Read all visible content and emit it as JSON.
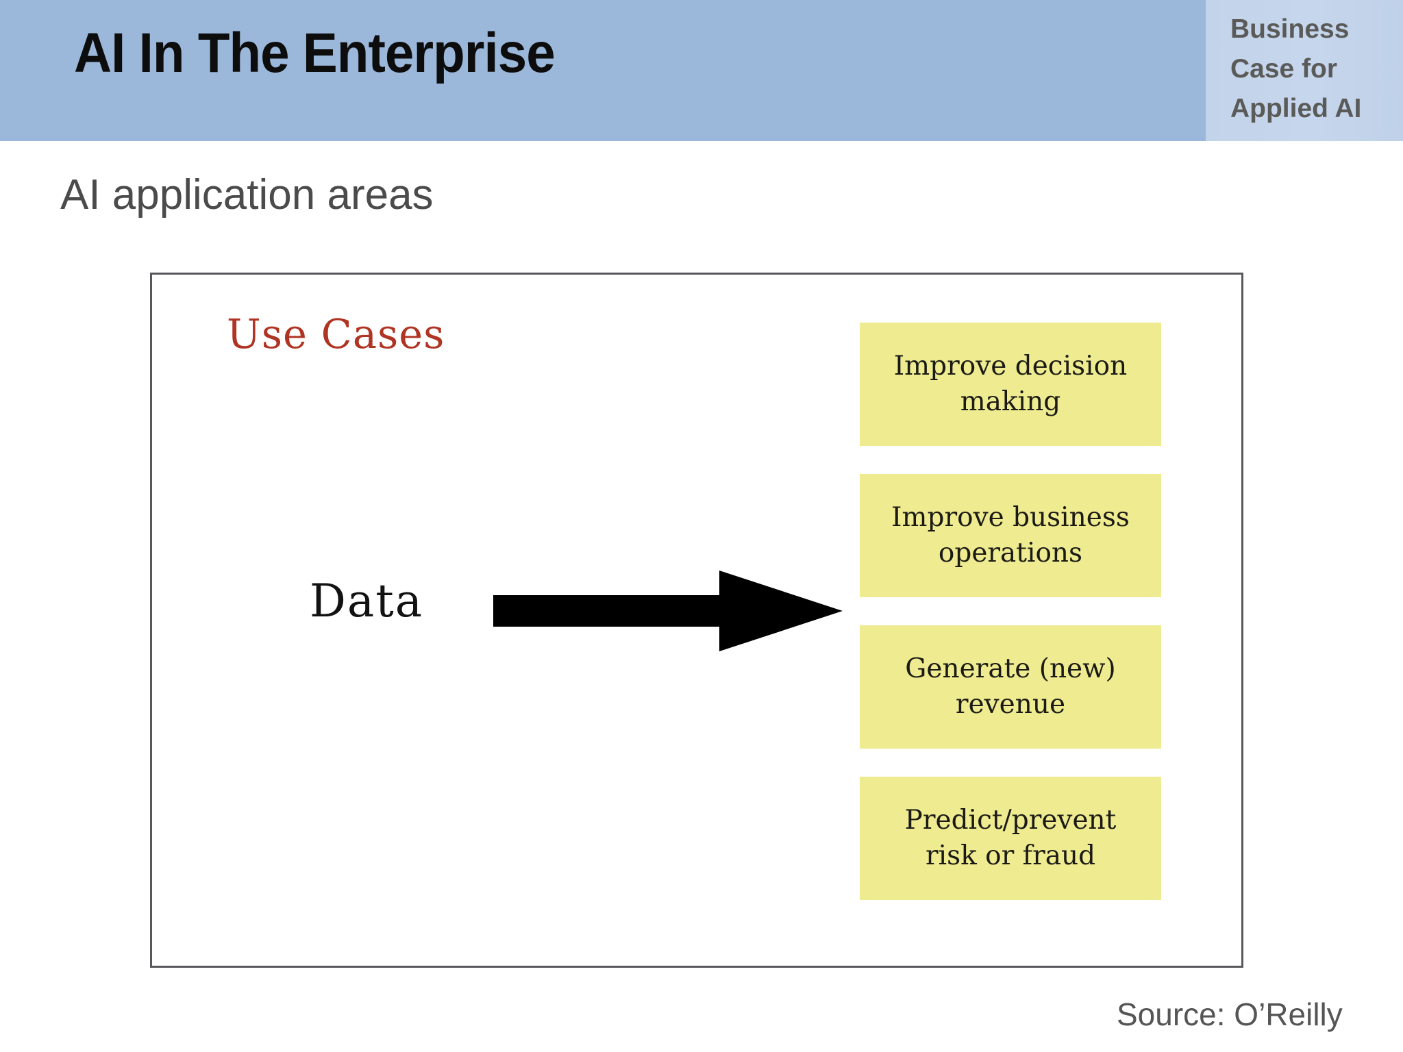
{
  "header": {
    "title": "AI In The Enterprise",
    "badge_lines": [
      "Business",
      "Case for",
      "Applied AI"
    ],
    "banner_color": "#9bb7d9",
    "badge_color": "#c4d5eb",
    "title_color": "#0d0d0d",
    "badge_text_color": "#5a5a58"
  },
  "subtitle": "AI application areas",
  "diagram": {
    "use_cases_heading": "Use Cases",
    "use_cases_heading_color": "#b03423",
    "input_label": "Data",
    "arrow": "right-arrow",
    "box_fill_color": "#eeeb90",
    "boxes": [
      {
        "line1": "Improve decision",
        "line2": "making"
      },
      {
        "line1": "Improve business",
        "line2": "operations"
      },
      {
        "line1": "Generate (new)",
        "line2": "revenue"
      },
      {
        "line1": "Predict/prevent",
        "line2": "risk or fraud"
      }
    ]
  },
  "source": "Source: O’Reilly"
}
